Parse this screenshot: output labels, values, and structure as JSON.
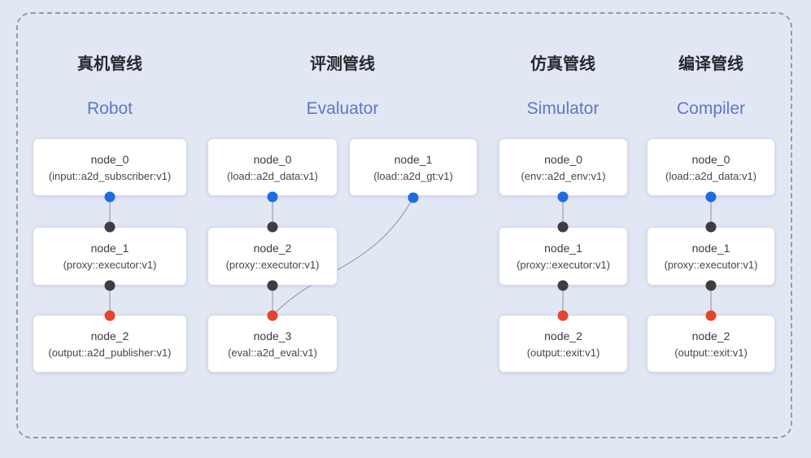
{
  "colors": {
    "background": "#e2e7f4",
    "frame_dash": "#939aa8",
    "card_border": "#d7dbe4",
    "connector_line": "#98a0b0",
    "port_dot_blue": "#1e6ce0",
    "port_dot_dark": "#3d3d42",
    "port_dot_red": "#e8432d",
    "title_zh_color": "#27292e",
    "title_en_color": "#5d78c9",
    "node_text_color": "#3c3d42"
  },
  "pipelines": [
    {
      "title_zh": "真机管线",
      "title_en": "Robot",
      "nodes": [
        {
          "name": "node_0",
          "type": "(input::a2d_subscriber:v1)"
        },
        {
          "name": "node_1",
          "type": "(proxy::executor:v1)"
        },
        {
          "name": "node_2",
          "type": "(output::a2d_publisher:v1)"
        }
      ]
    },
    {
      "title_zh": "评测管线",
      "title_en": "Evaluator",
      "nodes": [
        {
          "name": "node_0",
          "type": "(load::a2d_data:v1)"
        },
        {
          "name": "node_1",
          "type": "(load::a2d_gt:v1)"
        },
        {
          "name": "node_2",
          "type": "(proxy::executor:v1)"
        },
        {
          "name": "node_3",
          "type": "(eval::a2d_eval:v1)"
        }
      ]
    },
    {
      "title_zh": "仿真管线",
      "title_en": "Simulator",
      "nodes": [
        {
          "name": "node_0",
          "type": "(env::a2d_env:v1)"
        },
        {
          "name": "node_1",
          "type": "(proxy::executor:v1)"
        },
        {
          "name": "node_2",
          "type": "(output::exit:v1)"
        }
      ]
    },
    {
      "title_zh": "编译管线",
      "title_en": "Compiler",
      "nodes": [
        {
          "name": "node_0",
          "type": "(load::a2d_data:v1)"
        },
        {
          "name": "node_1",
          "type": "(proxy::executor:v1)"
        },
        {
          "name": "node_2",
          "type": "(output::exit:v1)"
        }
      ]
    }
  ]
}
